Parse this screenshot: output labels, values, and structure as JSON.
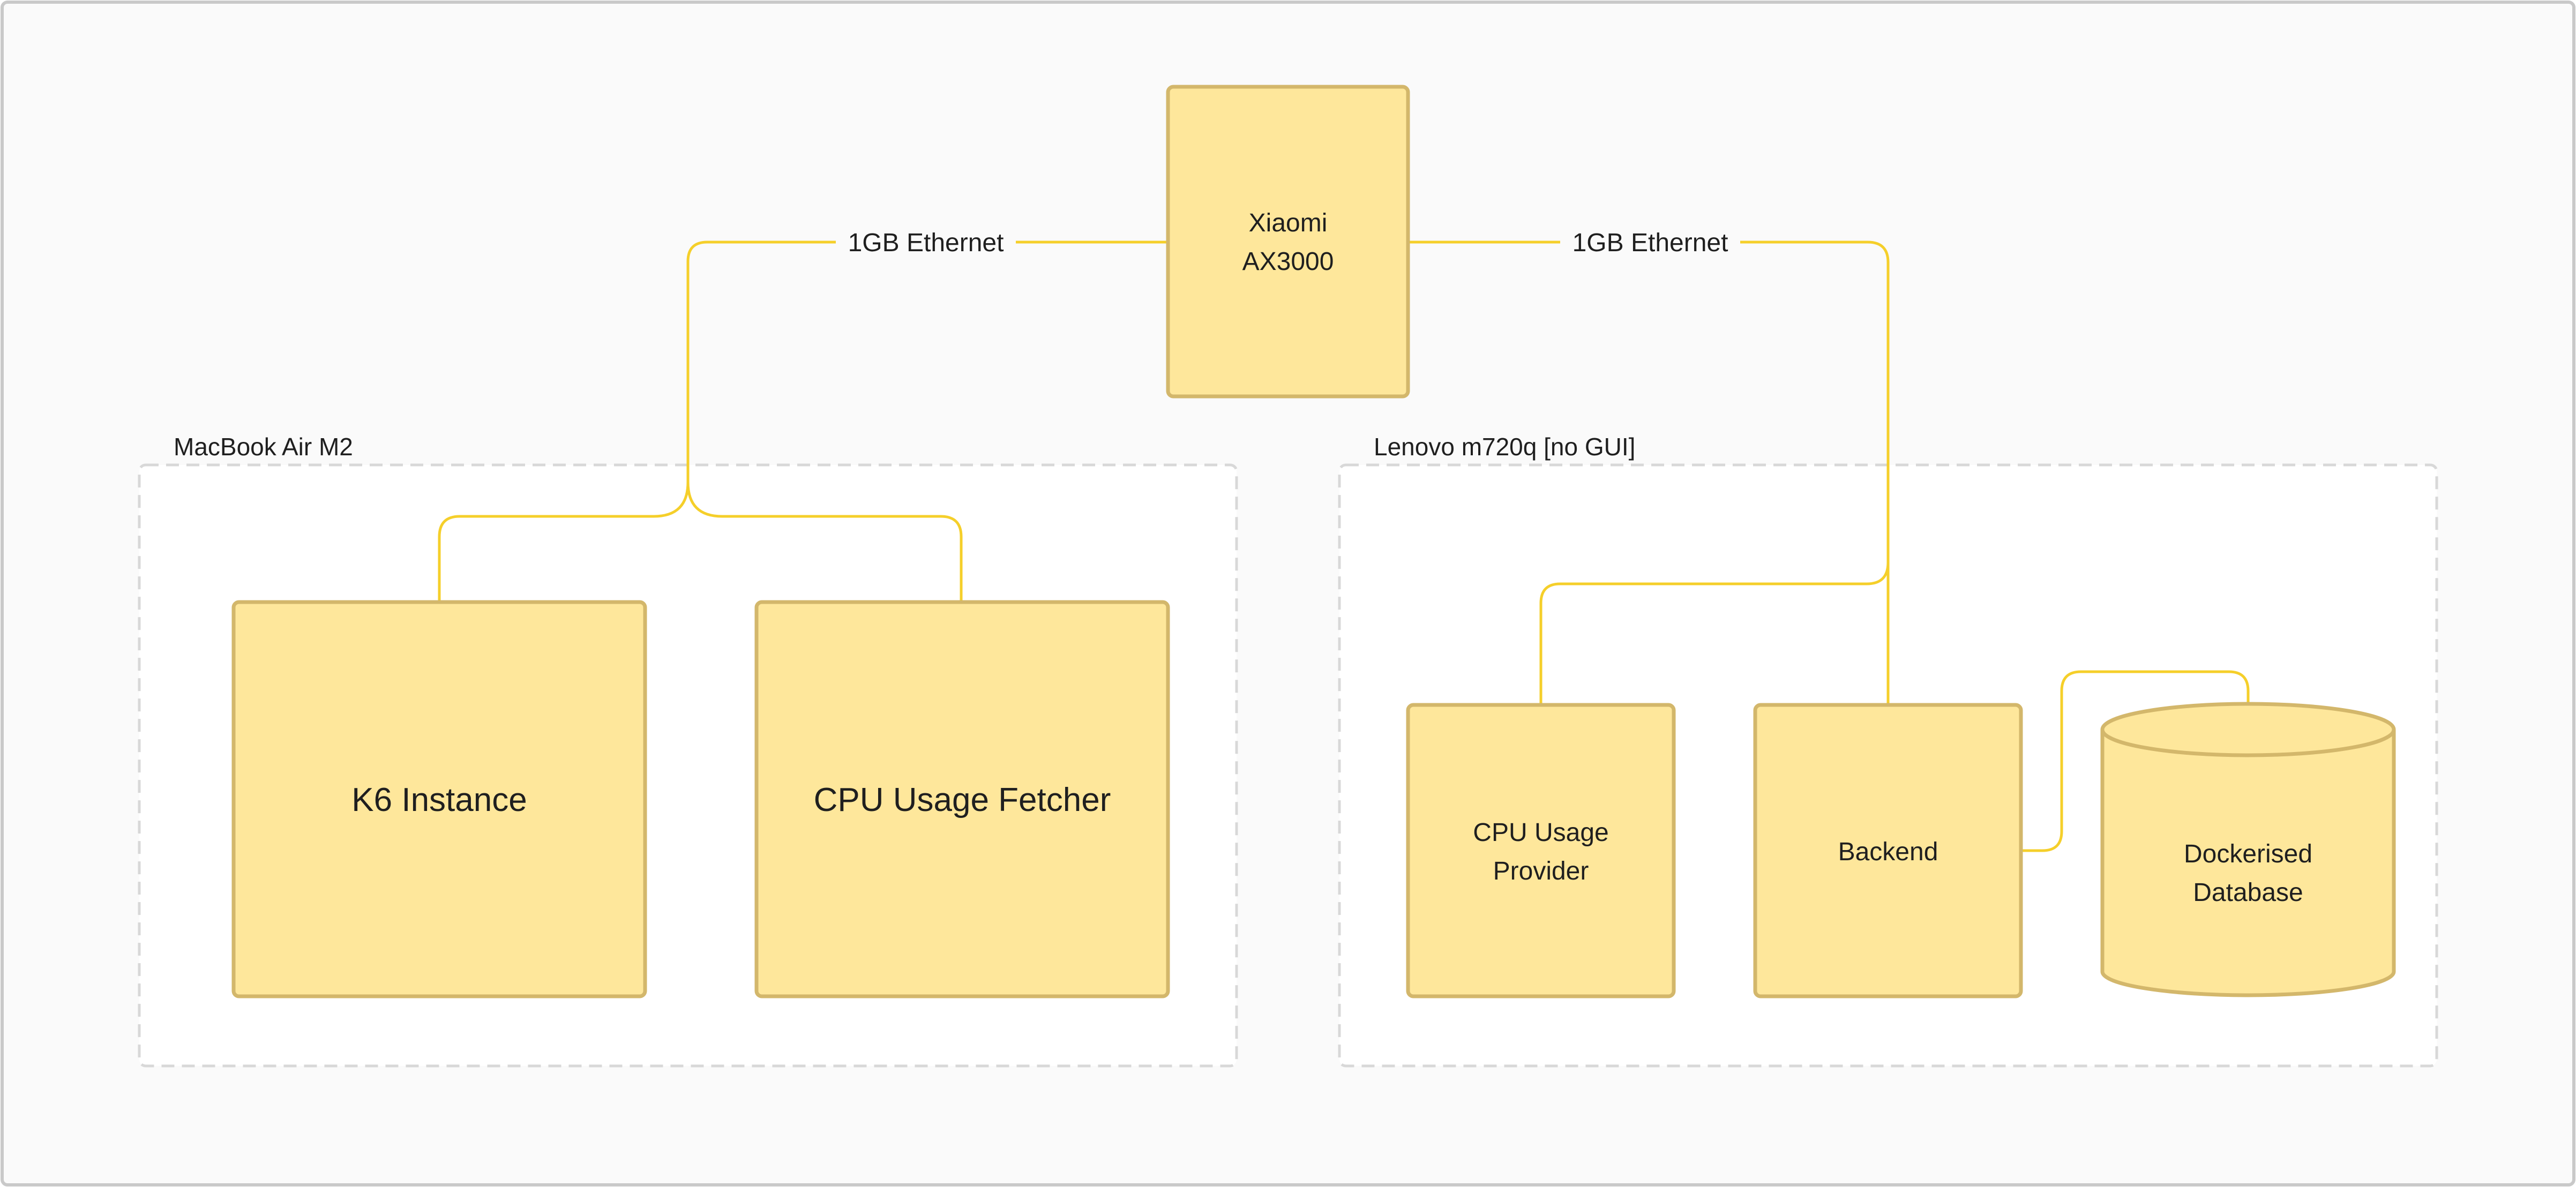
{
  "router": {
    "line1": "Xiaomi",
    "line2": "AX3000"
  },
  "links": {
    "left": "1GB Ethernet",
    "right": "1GB Ethernet"
  },
  "groups": {
    "mac": {
      "title": "MacBook Air M2"
    },
    "lenovo": {
      "title": "Lenovo m720q [no GUI]"
    }
  },
  "nodes": {
    "k6": {
      "label": "K6 Instance"
    },
    "cpu_fetcher": {
      "label": "CPU Usage Fetcher"
    },
    "cpu_provider": {
      "line1": "CPU Usage",
      "line2": "Provider"
    },
    "backend": {
      "label": "Backend"
    },
    "database": {
      "line1": "Dockerised",
      "line2": "Database"
    }
  },
  "colors": {
    "node_fill": "#fee79b",
    "node_stroke": "#d3b76b",
    "wire": "#f5cf2a",
    "group_border": "#d8d8d8",
    "background": "#fafafa"
  }
}
